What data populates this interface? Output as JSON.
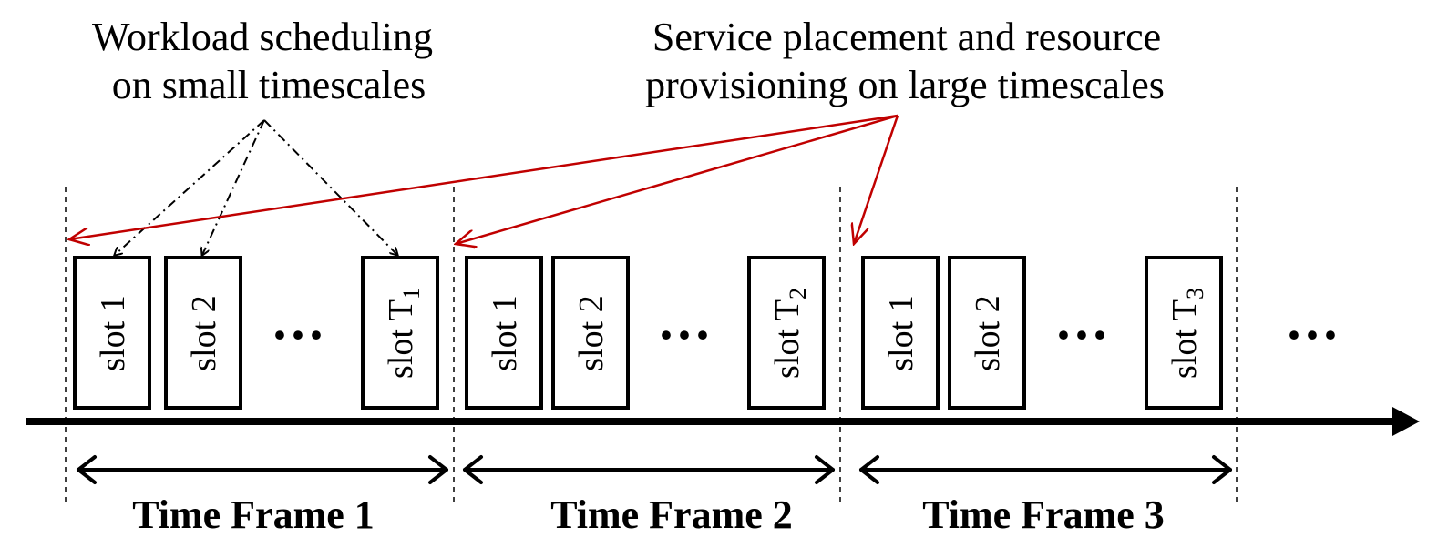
{
  "annotations": {
    "small_timescale": [
      "Workload scheduling",
      "on small timescales"
    ],
    "large_timescale": [
      "Service placement and resource",
      "provisioning on large timescales"
    ]
  },
  "frames": [
    {
      "label": "Time Frame 1",
      "slots": [
        {
          "text": "slot  1"
        },
        {
          "text": "slot  2"
        },
        {
          "text": "slot  T",
          "sub": "1"
        }
      ]
    },
    {
      "label": "Time Frame 2",
      "slots": [
        {
          "text": "slot  1"
        },
        {
          "text": "slot  2"
        },
        {
          "text": "slot  T",
          "sub": "2"
        }
      ]
    },
    {
      "label": "Time Frame 3",
      "slots": [
        {
          "text": "slot  1"
        },
        {
          "text": "slot  2"
        },
        {
          "text": "slot  T",
          "sub": "3"
        }
      ]
    }
  ],
  "ellipsis": "···",
  "colors": {
    "large_timescale_arrow": "#c00000",
    "small_timescale_arrow": "#000000",
    "stroke": "#000000"
  }
}
